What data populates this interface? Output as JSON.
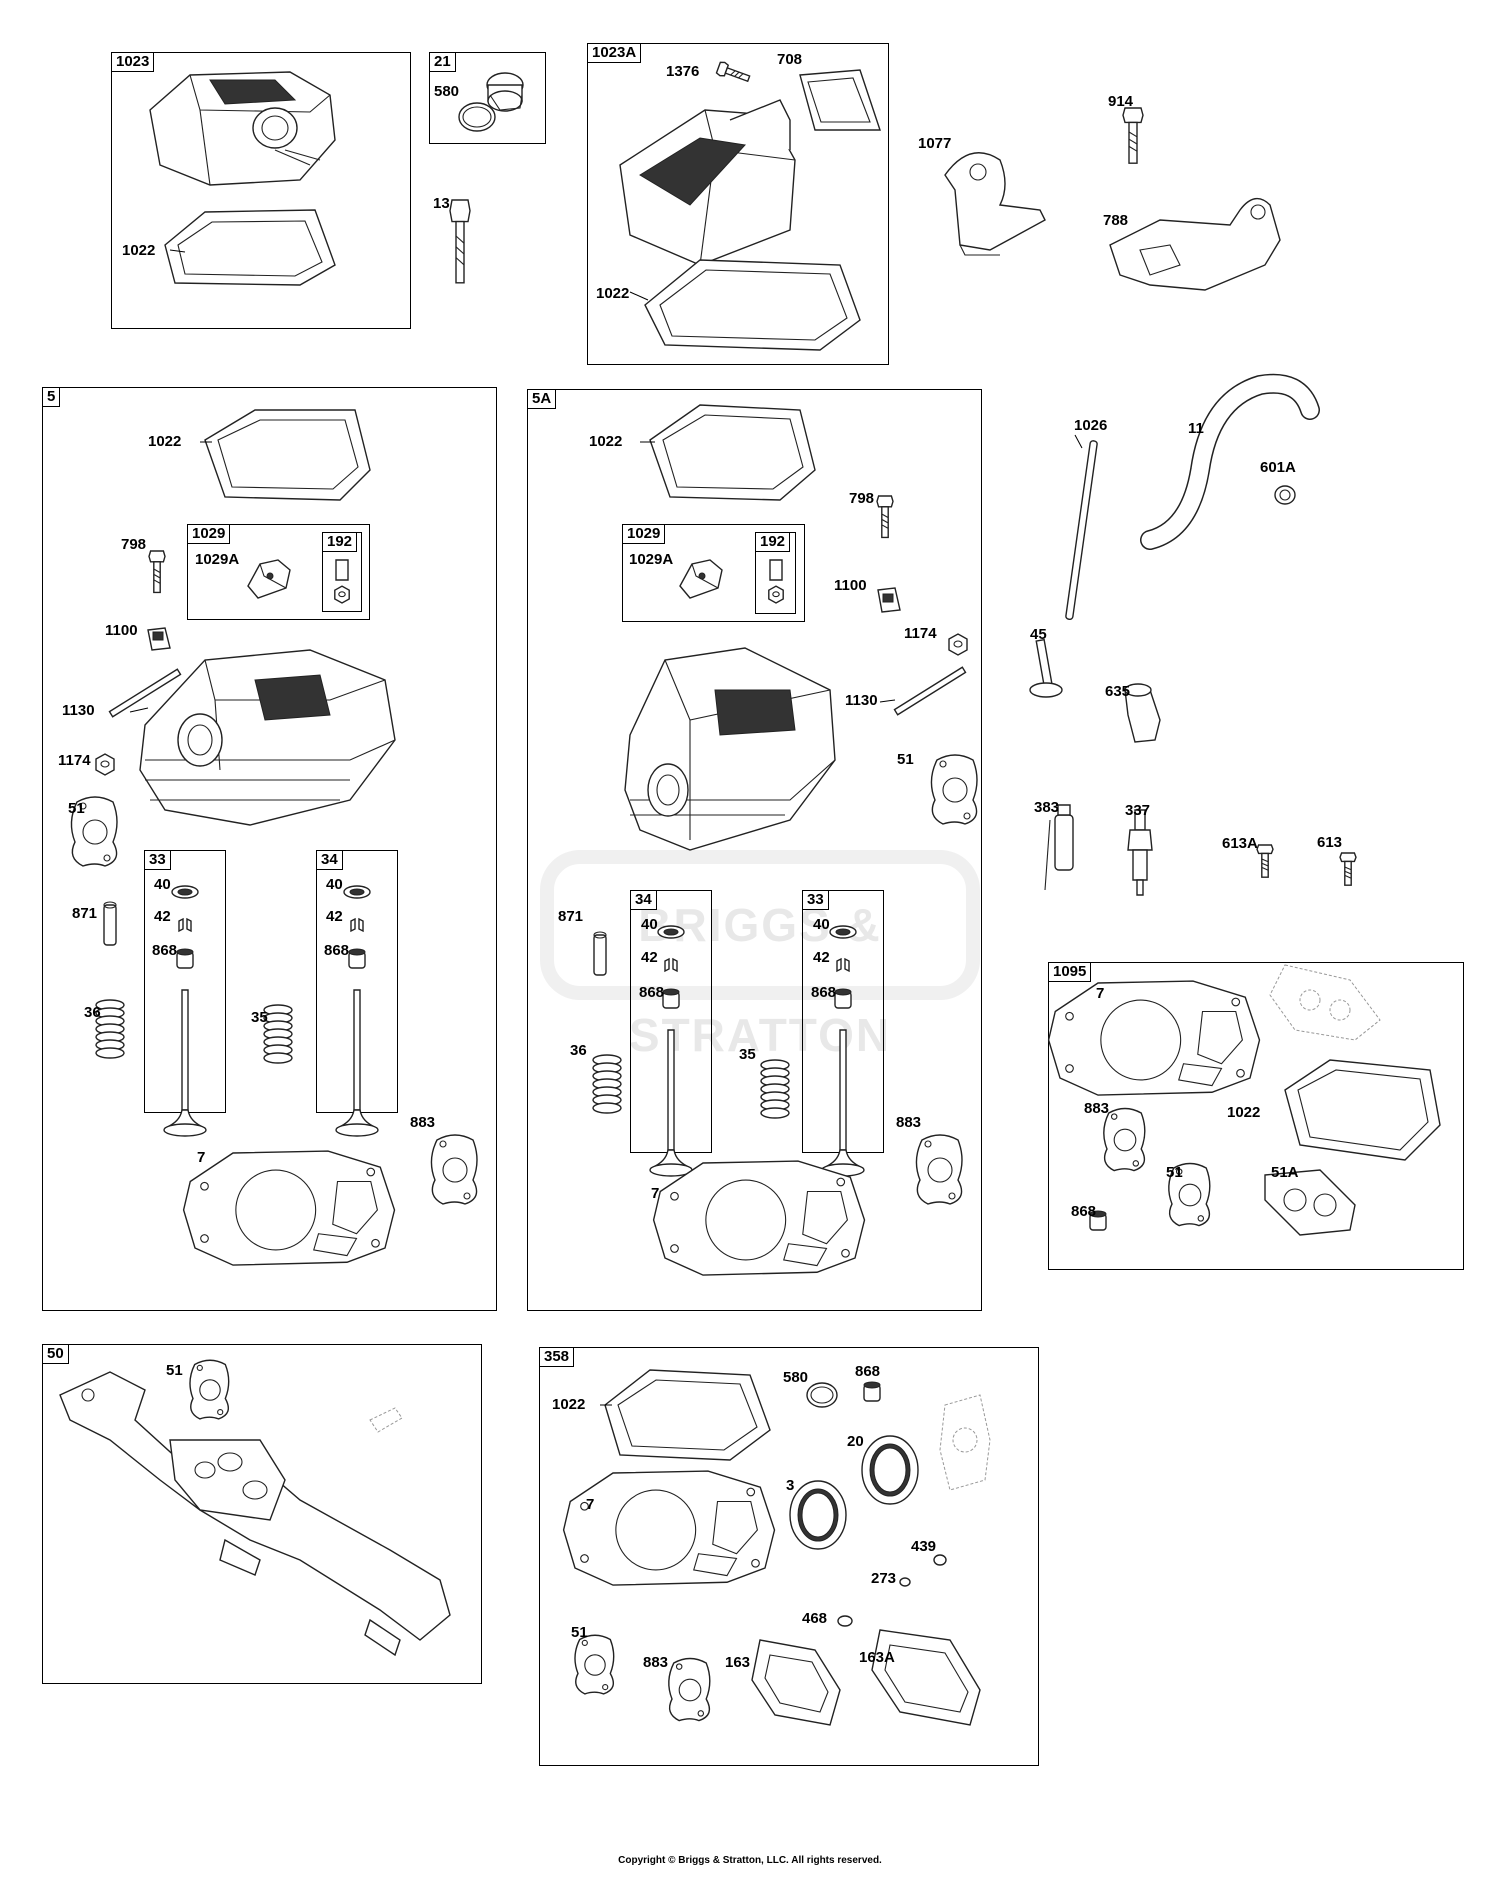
{
  "boxes": {
    "b1023": "1023",
    "b21": "21",
    "b1023A": "1023A",
    "b5": "5",
    "b1029_left": "1029",
    "b192_left": "192",
    "b33_left": "33",
    "b34_left": "34",
    "b5A": "5A",
    "b1029_right": "1029",
    "b192_right": "192",
    "b34_right": "34",
    "b33_right": "33",
    "b1095": "1095",
    "b50": "50",
    "b358": "358"
  },
  "labels": {
    "l1022_a": "1022",
    "l580_a": "580",
    "l13": "13",
    "l1376": "1376",
    "l708": "708",
    "l1022_b": "1022",
    "l914": "914",
    "l1077": "1077",
    "l788": "788",
    "l1022_c": "1022",
    "l798_a": "798",
    "l1029A_a": "1029A",
    "l1100_a": "1100",
    "l1130_a": "1130",
    "l1174_a": "1174",
    "l51_a": "51",
    "l871_a": "871",
    "l36_a": "36",
    "l35_a": "35",
    "l40_a": "40",
    "l42_a": "42",
    "l868_a": "868",
    "l40_b": "40",
    "l42_b": "42",
    "l868_b": "868",
    "l7_a": "7",
    "l883_a": "883",
    "l1022_d": "1022",
    "l798_b": "798",
    "l1029A_b": "1029A",
    "l1100_b": "1100",
    "l1174_b": "1174",
    "l1130_b": "1130",
    "l51_b": "51",
    "l871_b": "871",
    "l36_b": "36",
    "l35_b": "35",
    "l40_c": "40",
    "l42_c": "42",
    "l868_c": "868",
    "l40_d": "40",
    "l42_d": "42",
    "l868_d": "868",
    "l883_b": "883",
    "l7_b": "7",
    "l1026": "1026",
    "l11": "11",
    "l601A": "601A",
    "l45": "45",
    "l635": "635",
    "l383": "383",
    "l337": "337",
    "l613A": "613A",
    "l613": "613",
    "l7_c": "7",
    "l883_c": "883",
    "l1022_e": "1022",
    "l51_c": "51",
    "l51A": "51A",
    "l868_e": "868",
    "l51_d": "51",
    "l1022_f": "1022",
    "l580_b": "580",
    "l868_f": "868",
    "l20": "20",
    "l7_d": "7",
    "l3": "3",
    "l439": "439",
    "l273": "273",
    "l468": "468",
    "l51_e": "51",
    "l883_d": "883",
    "l163": "163",
    "l163A": "163A"
  },
  "watermark": "BRIGGS & STRATTON",
  "copyright": "Copyright © Briggs & Stratton, LLC. All rights reserved."
}
